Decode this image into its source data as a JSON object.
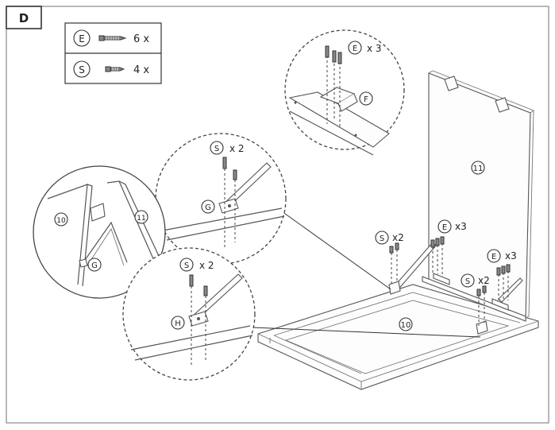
{
  "step": {
    "label": "D"
  },
  "legend": {
    "rows": [
      {
        "badge": "E",
        "qty": "6 x",
        "icon": "long-screw-icon"
      },
      {
        "badge": "S",
        "qty": "4 x",
        "icon": "short-screw-icon"
      }
    ]
  },
  "callouts": {
    "top_detail": {
      "badge": "E",
      "qty": "x 3",
      "part": "F"
    },
    "upper_detail": {
      "badge": "S",
      "qty": "x 2",
      "part": "G"
    },
    "side_detail": {
      "left_panel": "10",
      "right_panel": "11",
      "part": "G"
    },
    "lower_detail": {
      "badge": "S",
      "qty": "x 2",
      "part": "H"
    }
  },
  "main": {
    "panel_upright": "11",
    "panel_base": "10",
    "left_screws": {
      "badge": "S",
      "qty": "x2"
    },
    "mid_screws": {
      "badge": "E",
      "qty": "x3"
    },
    "right_screws_top": {
      "badge": "E",
      "qty": "x3"
    },
    "right_screws_low": {
      "badge": "S",
      "qty": "x2"
    }
  },
  "colors": {
    "line": "#555555",
    "frame": "#888888"
  }
}
